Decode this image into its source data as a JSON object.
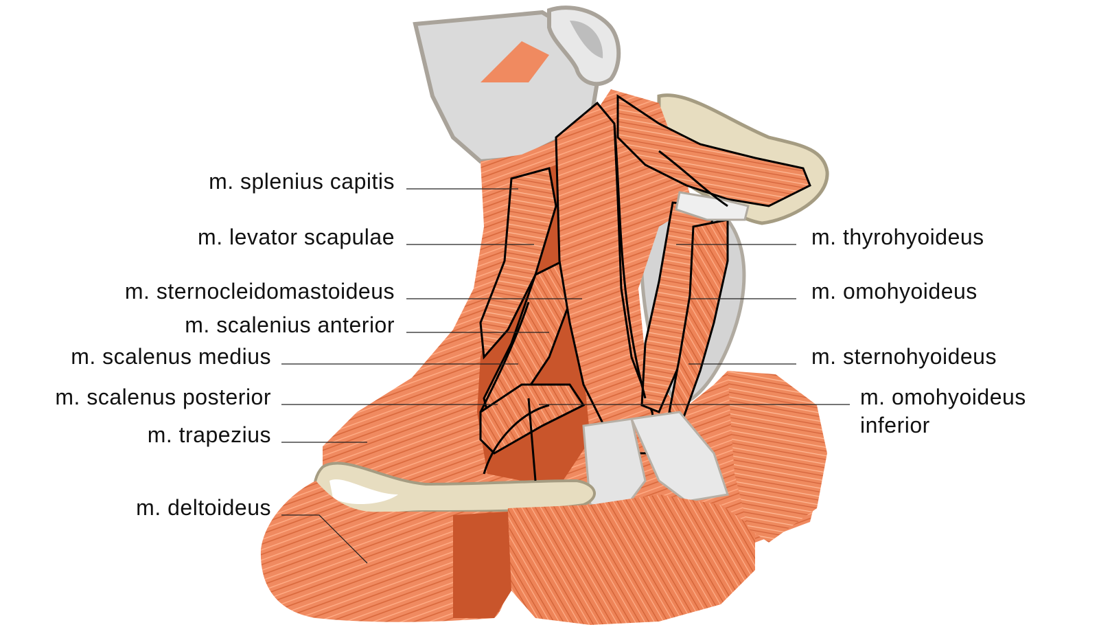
{
  "diagram": {
    "labels_left": [
      {
        "key": "splenius",
        "text": "m. splenius capitis"
      },
      {
        "key": "levator",
        "text": "m. levator scapulae"
      },
      {
        "key": "scm",
        "text": "m. sternocleidomastoideus"
      },
      {
        "key": "scal_ant",
        "text": "m. scalenius anterior"
      },
      {
        "key": "scal_med",
        "text": "m. scalenus medius"
      },
      {
        "key": "scal_post",
        "text": "m. scalenus posterior"
      },
      {
        "key": "trapezius",
        "text": "m. trapezius"
      },
      {
        "key": "deltoid",
        "text": "m. deltoideus"
      }
    ],
    "labels_right": [
      {
        "key": "thyro",
        "text": "m. thyrohyoideus"
      },
      {
        "key": "omo",
        "text": "m. omohyoideus"
      },
      {
        "key": "sterno",
        "text": "m. sternohyoideus"
      },
      {
        "key": "omo_inf",
        "lines": [
          "m. omohyoideus",
          "inferior"
        ]
      }
    ],
    "colors": {
      "muscle": "#f08a60",
      "muscle_dark": "#c9552b",
      "muscle_light": "#ffb48f",
      "tendon": "#dcdcdc",
      "bone": "#e7ddc0",
      "outline": "#000000",
      "label": "#111111"
    }
  }
}
